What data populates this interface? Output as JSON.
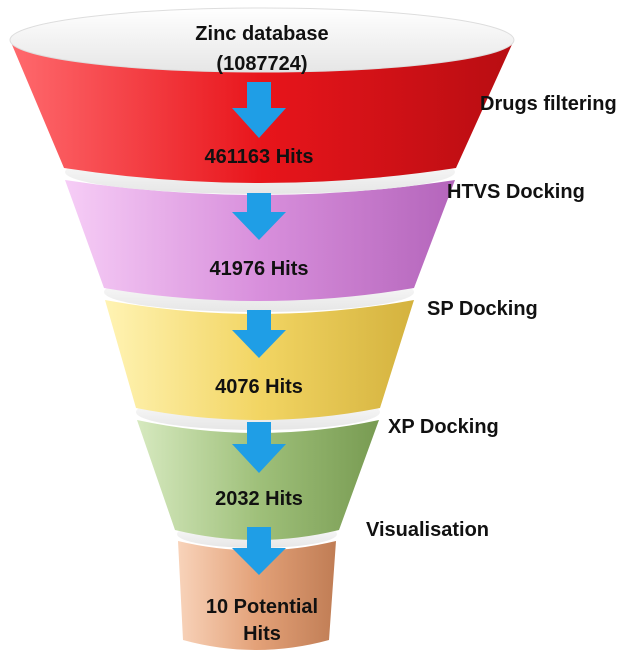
{
  "funnel": {
    "top_label": [
      "Zinc database",
      "(1087724)"
    ],
    "stages": [
      {
        "hits_label": "461163 Hits",
        "step_label": "Drugs filtering",
        "color": "#e8151b"
      },
      {
        "hits_label": "41976 Hits",
        "step_label": "HTVS Docking",
        "color": "#d88fdc"
      },
      {
        "hits_label": "4076 Hits",
        "step_label": "SP Docking",
        "color": "#f2d563"
      },
      {
        "hits_label": "2032 Hits",
        "step_label": "XP Docking",
        "color": "#9fc07a"
      },
      {
        "hits_label": [
          "10 Potential",
          "Hits"
        ],
        "step_label": "Visualisation",
        "color": "#e3a178"
      }
    ],
    "arrow_color": "#1f9ee6"
  }
}
